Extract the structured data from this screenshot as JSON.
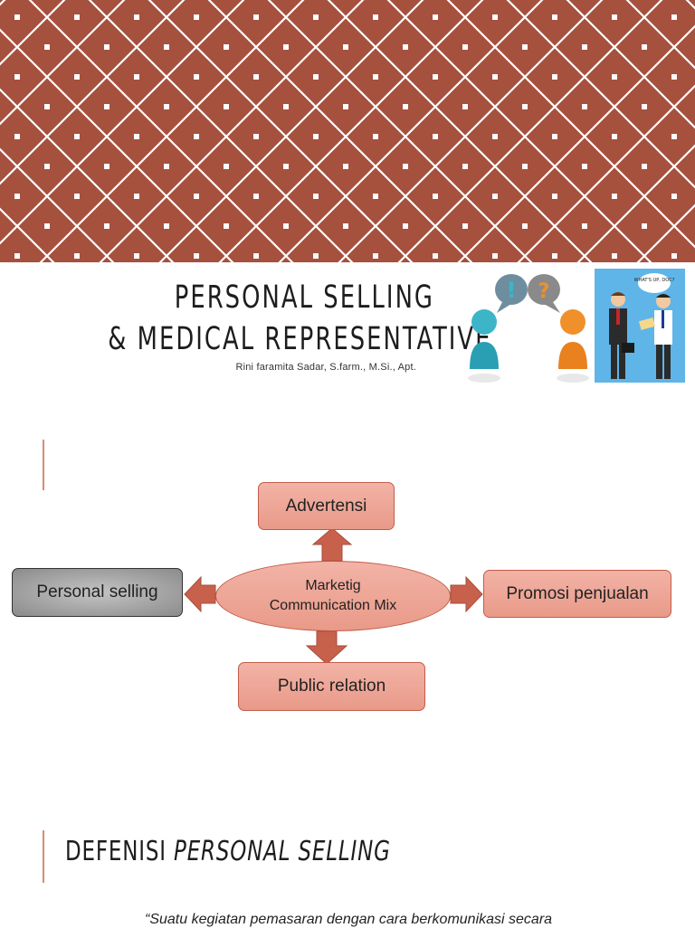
{
  "slide1": {
    "title_line1": "PERSONAL SELLING",
    "title_line2": "& MEDICAL REPRESENTATIVE",
    "author": "Rini faramita Sadar, S.farm., M.Si., Apt.",
    "speech_bubble_text": "WHAT'S UP, DOC?",
    "colors": {
      "pattern": "#a6503e",
      "accent": "#d98c72"
    }
  },
  "slide2": {
    "center": {
      "line1": "Marketig",
      "line2": "Communication Mix"
    },
    "top": "Advertensi",
    "left": "Personal selling",
    "right": "Promosi penjualan",
    "bottom": "Public relation",
    "colors": {
      "box_fill": "#f0ab9d",
      "box_border": "#c25c48",
      "arrow": "#c8614c"
    }
  },
  "slide3": {
    "title_plain": "DEFENISI ",
    "title_italic": "PERSONAL SELLING",
    "quote": "“Suatu kegiatan pemasaran dengan cara berkomunikasi secara"
  }
}
